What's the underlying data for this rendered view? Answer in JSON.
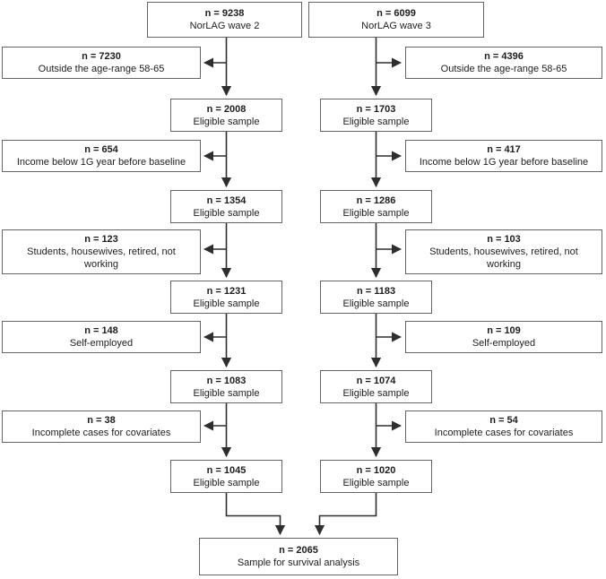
{
  "diagram": {
    "left": {
      "source": {
        "n": "n = 9238",
        "label": "NorLAG wave 2"
      },
      "exclusions": [
        {
          "n": "n = 7230",
          "label": "Outside the age-range 58-65"
        },
        {
          "n": "n = 654",
          "label": "Income below 1G year before baseline"
        },
        {
          "n": "n = 123",
          "label": "Students, housewives, retired, not working"
        },
        {
          "n": "n = 148",
          "label": "Self-employed"
        },
        {
          "n": "n = 38",
          "label": "Incomplete cases for covariates"
        }
      ],
      "samples": [
        {
          "n": "n = 2008",
          "label": "Eligible sample"
        },
        {
          "n": "n = 1354",
          "label": "Eligible sample"
        },
        {
          "n": "n = 1231",
          "label": "Eligible sample"
        },
        {
          "n": "n = 1083",
          "label": "Eligible sample"
        },
        {
          "n": "n = 1045",
          "label": "Eligible sample"
        }
      ]
    },
    "right": {
      "source": {
        "n": "n = 6099",
        "label": "NorLAG wave 3"
      },
      "exclusions": [
        {
          "n": "n = 4396",
          "label": "Outside the age-range 58-65"
        },
        {
          "n": "n = 417",
          "label": "Income below 1G year before baseline"
        },
        {
          "n": "n = 103",
          "label": "Students, housewives, retired, not working"
        },
        {
          "n": "n = 109",
          "label": "Self-employed"
        },
        {
          "n": "n = 54",
          "label": "Incomplete cases for covariates"
        }
      ],
      "samples": [
        {
          "n": "n = 1703",
          "label": "Eligible sample"
        },
        {
          "n": "n = 1286",
          "label": "Eligible sample"
        },
        {
          "n": "n = 1183",
          "label": "Eligible sample"
        },
        {
          "n": "n = 1074",
          "label": "Eligible sample"
        },
        {
          "n": "n = 1020",
          "label": "Eligible sample"
        }
      ]
    },
    "final": {
      "n": "n = 2065",
      "label": "Sample for survival analysis"
    }
  }
}
